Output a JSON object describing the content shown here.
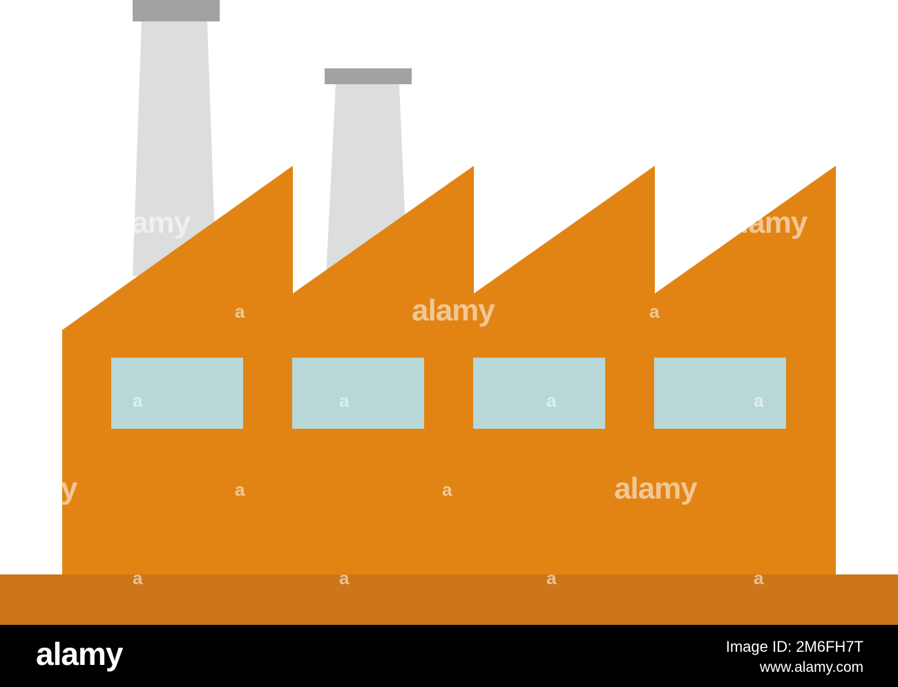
{
  "illustration": {
    "subject": "factory-icon",
    "colors": {
      "building": "#E28414",
      "ground": "#CD7519",
      "window": "#B8D8D8",
      "chimney": "#DCDDDD",
      "chimney_cap": "#A2A2A1",
      "background": "#FFFFFF"
    }
  },
  "watermarks": {
    "brand": "alamy",
    "small_mark": "a",
    "edge_fragment_left": "amy",
    "edge_fragment_right": "lamy",
    "edge_fragment_y": "y"
  },
  "footer": {
    "logo": "alamy",
    "image_id": "Image ID: 2M6FH7T",
    "url": "www.alamy.com"
  }
}
